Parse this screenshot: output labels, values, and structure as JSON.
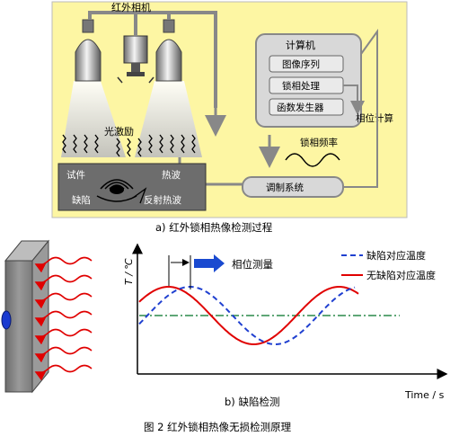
{
  "part_a": {
    "ir_camera": "红外相机",
    "computer": "计算机",
    "image_sequence": "图像序列",
    "lockin_processing": "锁相处理",
    "function_generator": "函数发生器",
    "phase_calc": "相位计算",
    "lockin_freq": "锁相频率",
    "light_excitation": "光激励",
    "specimen": "试件",
    "heat_wave": "热波",
    "defect": "缺陷",
    "reflected_wave": "反射热波",
    "modulation_system": "调制系统",
    "caption": "a)  红外锁相热像检测过程",
    "colors": {
      "background": "#fdf6a3",
      "panel": "#d8d8d8",
      "line": "#888888"
    }
  },
  "part_b": {
    "phase_measure": "相位测量",
    "y_axis": "T / ℃",
    "x_axis": "Time / s",
    "caption": "b)  缺陷检测",
    "chart_data": {
      "type": "line",
      "series": [
        {
          "name": "缺陷对应温度",
          "style": "dashed",
          "color": "#2040d0"
        },
        {
          "name": "无缺陷对应温度",
          "style": "solid",
          "color": "#e00000"
        }
      ],
      "mean_line": {
        "style": "dash-dot",
        "color": "#2a8a4a"
      }
    }
  },
  "figure_caption": "图 2  红外锁相热像无损检测原理"
}
